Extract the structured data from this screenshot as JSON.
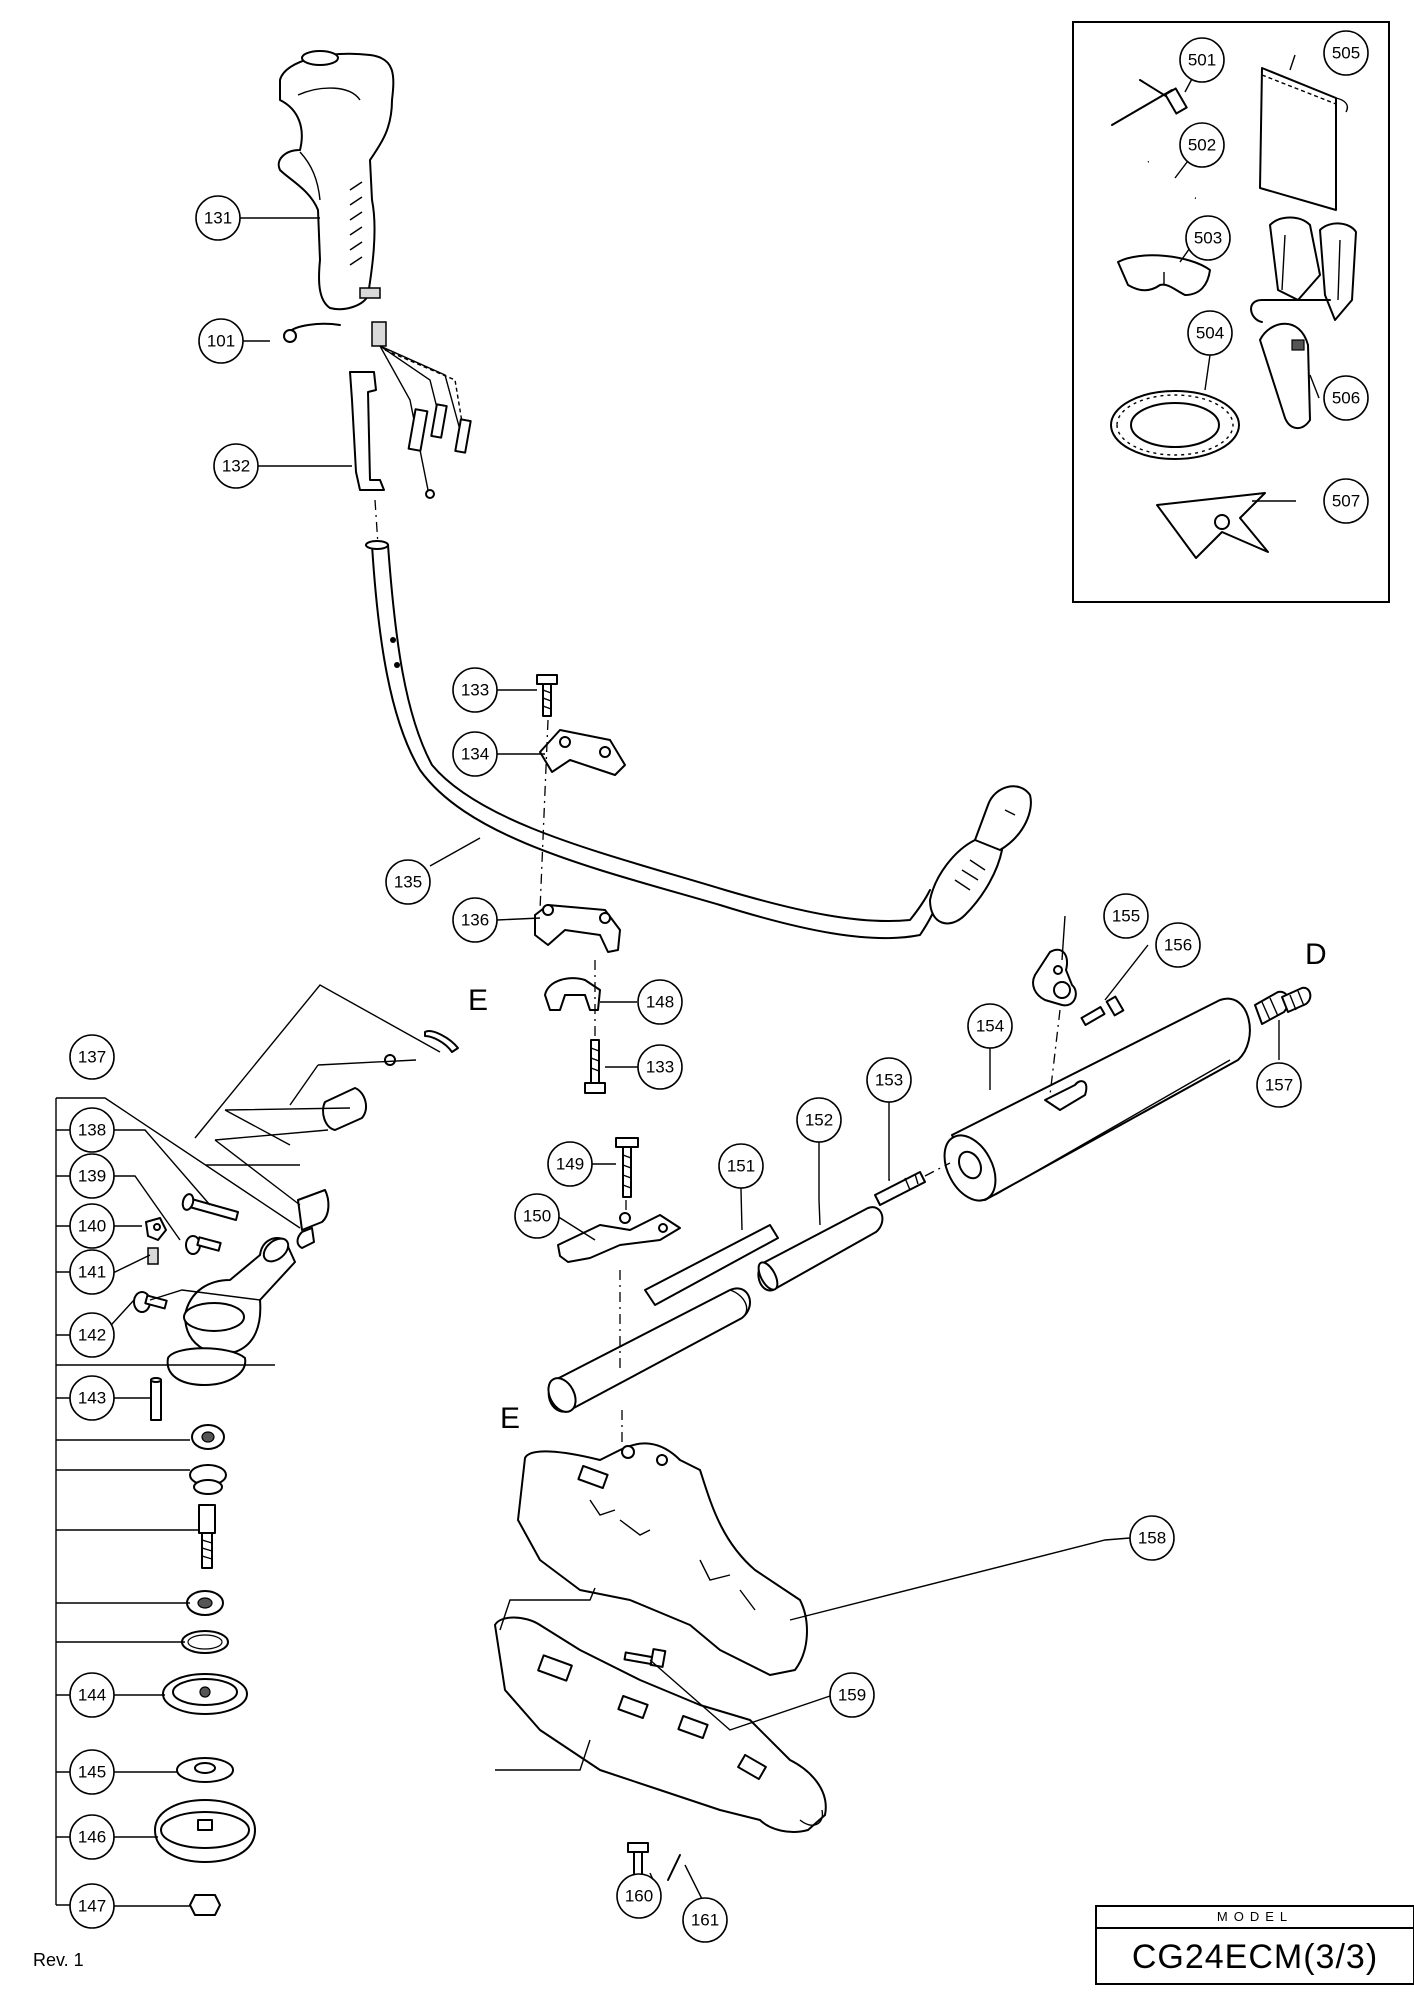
{
  "model_label": "MODEL",
  "model_name": "CG24ECM(3/3)",
  "revision": "Rev. 1",
  "section_labels": {
    "d": "D",
    "e_top": "E",
    "e_bottom": "E"
  },
  "callouts": {
    "p101": "101",
    "p131": "131",
    "p132": "132",
    "p133a": "133",
    "p133b": "133",
    "p134": "134",
    "p135": "135",
    "p136": "136",
    "p137": "137",
    "p138": "138",
    "p139": "139",
    "p140": "140",
    "p141": "141",
    "p142": "142",
    "p143": "143",
    "p144": "144",
    "p145": "145",
    "p146": "146",
    "p147": "147",
    "p148": "148",
    "p149": "149",
    "p150": "150",
    "p151": "151",
    "p152": "152",
    "p153": "153",
    "p154": "154",
    "p155": "155",
    "p156": "156",
    "p157": "157",
    "p158": "158",
    "p159": "159",
    "p160": "160",
    "p161": "161",
    "p501": "501",
    "p502": "502",
    "p503": "503",
    "p504": "504",
    "p505": "505",
    "p506": "506",
    "p507": "507"
  }
}
